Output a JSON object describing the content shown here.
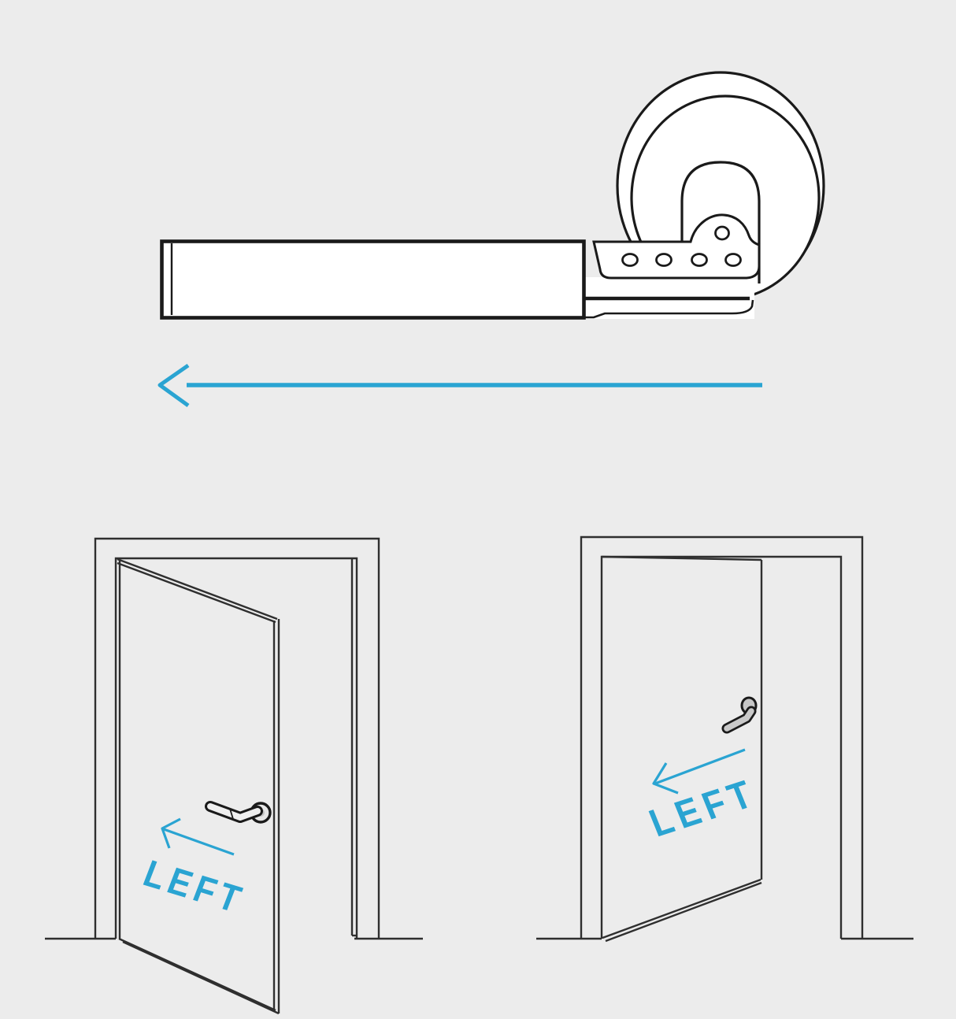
{
  "colors": {
    "background": "#ECECEC",
    "line": "#2F2F2F",
    "accent-blue": "#2AA4D2",
    "handle-outline": "#1A1A1A",
    "handle-fill": "#FFFFFF",
    "metal-gray": "#C8C8C8"
  },
  "top_illustration": {
    "name": "door-lever-handle-side-view",
    "arrow_icon": "arrow-left",
    "arrow_direction": "left"
  },
  "doors": {
    "left": {
      "label": "LEFT",
      "arrow_icon": "arrow-left",
      "depicted_swing": "opens-toward-viewer"
    },
    "right": {
      "label": "LEFT",
      "arrow_icon": "arrow-left",
      "depicted_swing": "opens-away-from-viewer"
    }
  }
}
